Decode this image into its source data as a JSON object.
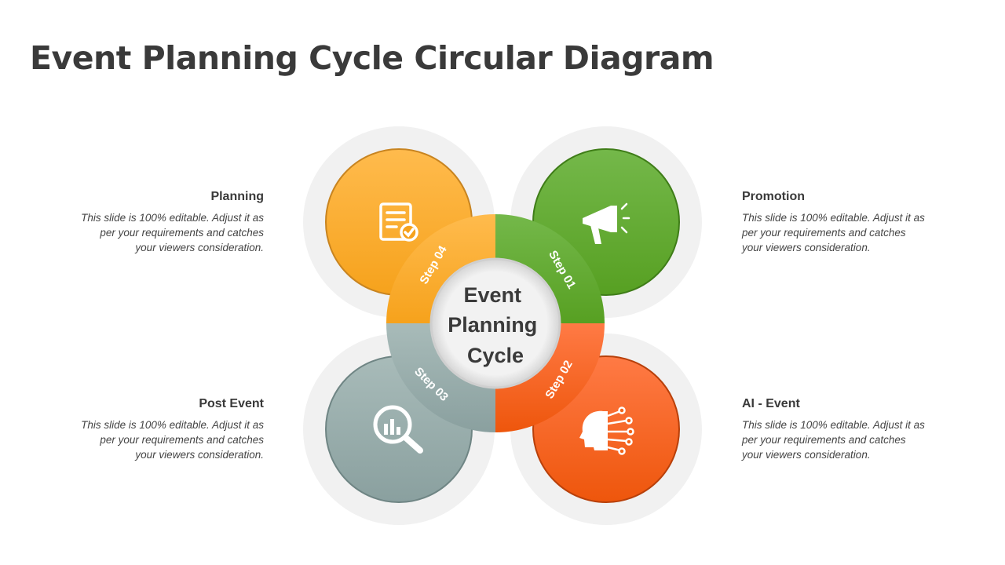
{
  "title": "Event Planning Cycle Circular Diagram",
  "center_label": [
    "Event",
    "Planning",
    "Cycle"
  ],
  "steps": [
    {
      "step": "Step 01",
      "heading": "Promotion",
      "text": [
        "This slide is 100% editable. Adjust it as",
        "per your requirements and catches",
        "your viewers consideration."
      ],
      "icon": "megaphone-icon",
      "color": "#5ea82a"
    },
    {
      "step": "Step 02",
      "heading": "AI - Event",
      "text": [
        "This slide is 100% editable. Adjust it as",
        "per your requirements and catches",
        "your viewers consideration."
      ],
      "icon": "ai-head-icon",
      "color": "#f2641a"
    },
    {
      "step": "Step 03",
      "heading": "Post Event",
      "text": [
        "This slide is 100% editable. Adjust it as",
        "per your requirements and catches",
        "your viewers consideration."
      ],
      "icon": "analytics-search-icon",
      "color": "#93a7a6"
    },
    {
      "step": "Step 04",
      "heading": "Planning",
      "text": [
        "This slide is 100% editable. Adjust it as",
        "per your requirements and catches",
        "your viewers consideration."
      ],
      "icon": "checklist-icon",
      "color": "#fbae35"
    }
  ]
}
